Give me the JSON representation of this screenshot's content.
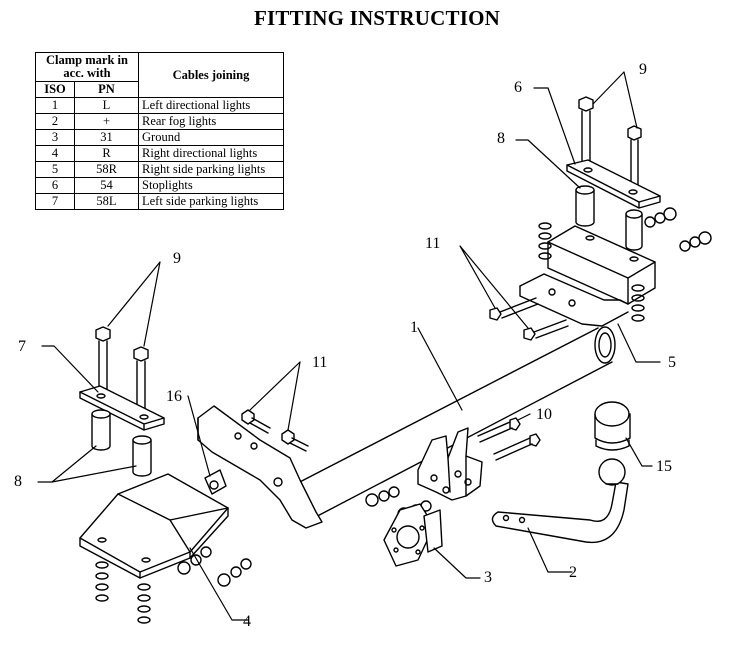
{
  "title": "FITTING INSTRUCTION",
  "table": {
    "header_clamp": "Clamp mark in acc. with",
    "header_iso": "ISO",
    "header_pn": "PN",
    "header_cables": "Cables joining",
    "rows": [
      {
        "iso": "1",
        "pn": "L",
        "desc": "Left directional lights"
      },
      {
        "iso": "2",
        "pn": "+",
        "desc": "Rear fog lights"
      },
      {
        "iso": "3",
        "pn": "31",
        "desc": "Ground"
      },
      {
        "iso": "4",
        "pn": "R",
        "desc": "Right directional lights"
      },
      {
        "iso": "5",
        "pn": "58R",
        "desc": "Right side parking lights"
      },
      {
        "iso": "6",
        "pn": "54",
        "desc": "Stoplights"
      },
      {
        "iso": "7",
        "pn": "58L",
        "desc": "Left side parking lights"
      }
    ]
  },
  "callouts": {
    "c9a": "9",
    "c6": "6",
    "c8a": "8",
    "c11a": "11",
    "c9b": "9",
    "c7": "7",
    "c1": "1",
    "c5": "5",
    "c11b": "11",
    "c16": "16",
    "c10": "10",
    "c8b": "8",
    "c15": "15",
    "c3": "3",
    "c2": "2",
    "c4": "4"
  }
}
